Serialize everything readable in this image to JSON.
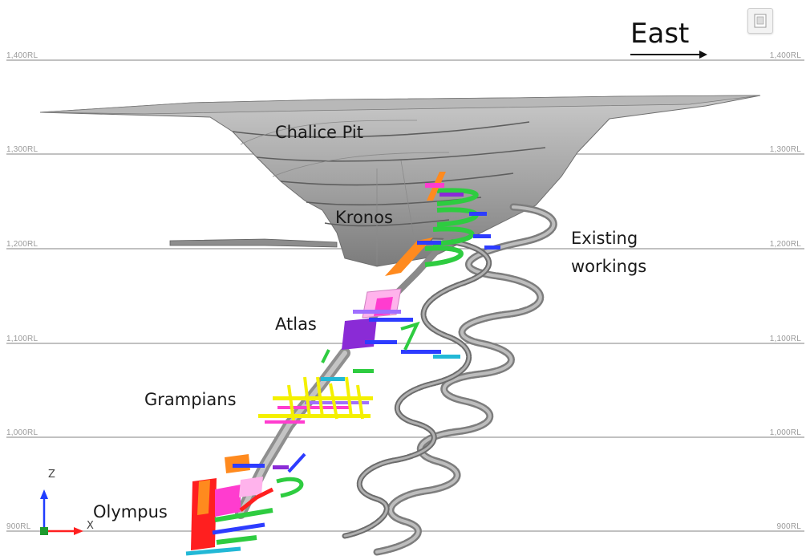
{
  "direction_label": "East",
  "elevation_levels": [
    {
      "label": "1,400RL",
      "value": 1400
    },
    {
      "label": "1,300RL",
      "value": 1300
    },
    {
      "label": "1,200RL",
      "value": 1200
    },
    {
      "label": "1,100RL",
      "value": 1100
    },
    {
      "label": "1,000RL",
      "value": 1000
    },
    {
      "label": "900RL",
      "value": 900
    }
  ],
  "zones": {
    "pit": "Chalice Pit",
    "kronos": "Kronos",
    "existing_line1": "Existing",
    "existing_line2": "workings",
    "atlas": "Atlas",
    "grampians": "Grampians",
    "olympus": "Olympus"
  },
  "axes": {
    "z": "Z",
    "x": "X"
  },
  "colors": {
    "grid": "#9c9c9c",
    "pit": "#9a9a9a",
    "workings": "#8a8a8a",
    "decline_green": "#2ecc40",
    "stope_blue": "#2d3cff",
    "stope_purple": "#8a2bd6",
    "stope_magenta": "#ff3ccf",
    "stope_pink": "#ffb3ec",
    "stope_yellow": "#f4f000",
    "stope_orange": "#ff8a1e",
    "stope_red": "#ff1f1f",
    "stope_cyan": "#22b8d6"
  }
}
